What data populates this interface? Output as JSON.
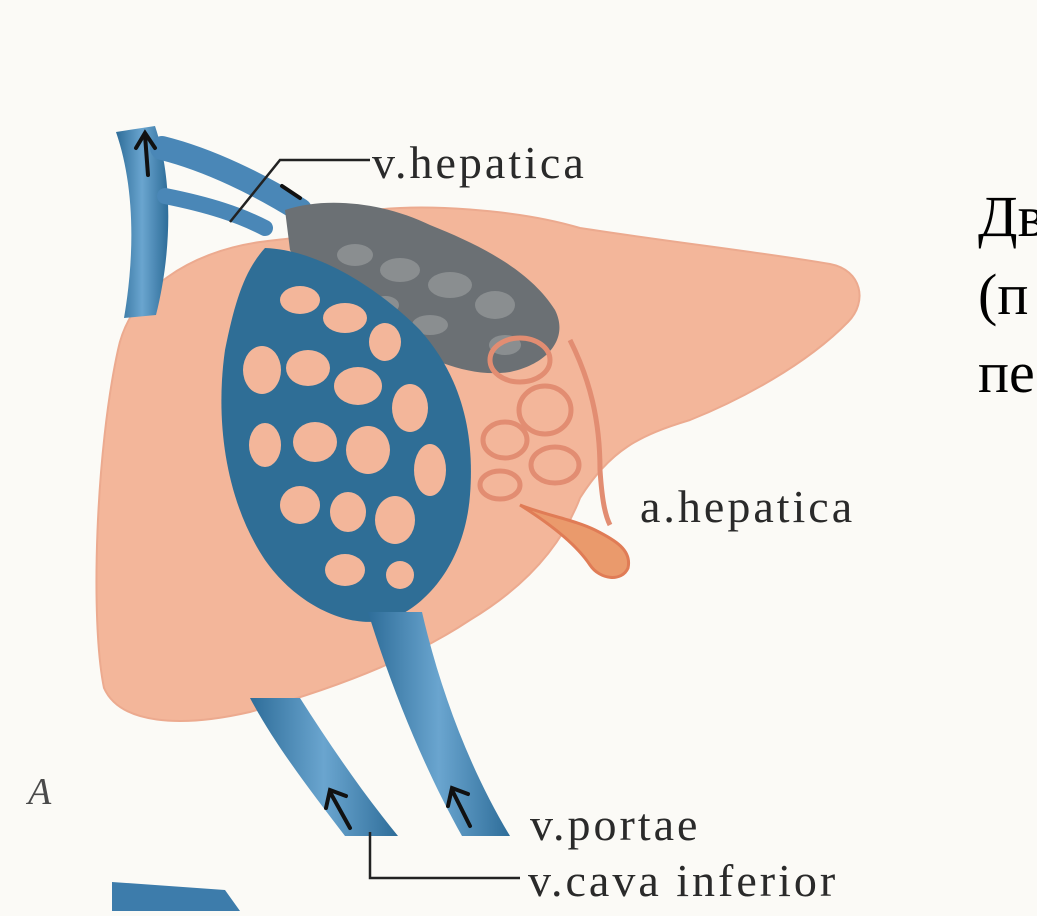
{
  "labels": {
    "hepatic_vein": "v.hepatica",
    "hepatic_artery": "a.hepatica",
    "portal_vein": "v.portae",
    "inferior_vena_cava": "v.cava  inferior",
    "panel_letter": "A"
  },
  "side_text": {
    "line_1": "Дв",
    "line_2": "(п",
    "line_3": "пе"
  },
  "colors": {
    "liver": "#f3b69a",
    "vein_blue": "#3f7fae",
    "vein_dark": "#2f617f",
    "hepatic_network": "#6b7074",
    "artery": "#e7957a",
    "background": "#fbfaf6"
  }
}
